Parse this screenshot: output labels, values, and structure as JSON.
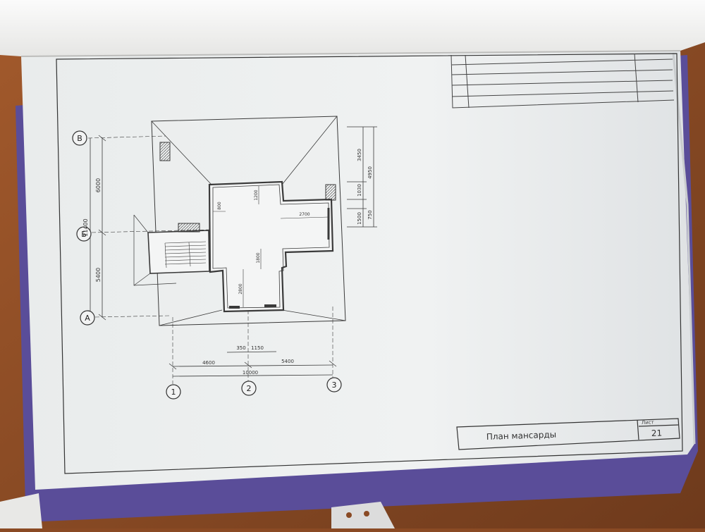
{
  "scene": {
    "title_block_text": "План мансарды",
    "sheet_label": "Лист",
    "sheet_number": "21",
    "axis_rows": [
      "В",
      "Б",
      "А"
    ],
    "axis_cols": [
      "1",
      "2",
      "3"
    ],
    "left_dims": {
      "total": "11400",
      "upper": "6000",
      "lower": "5400"
    },
    "right_dims": [
      "3450",
      "4950",
      "1030",
      "1500",
      "750"
    ],
    "bottom_dims": {
      "a": "350",
      "b": "1150",
      "c": "4600",
      "d": "5400",
      "total": "10000"
    },
    "interior_dims": {
      "d1": "800",
      "d2": "1200",
      "d3": "2700",
      "d4": "1800",
      "d5": "2800"
    }
  }
}
